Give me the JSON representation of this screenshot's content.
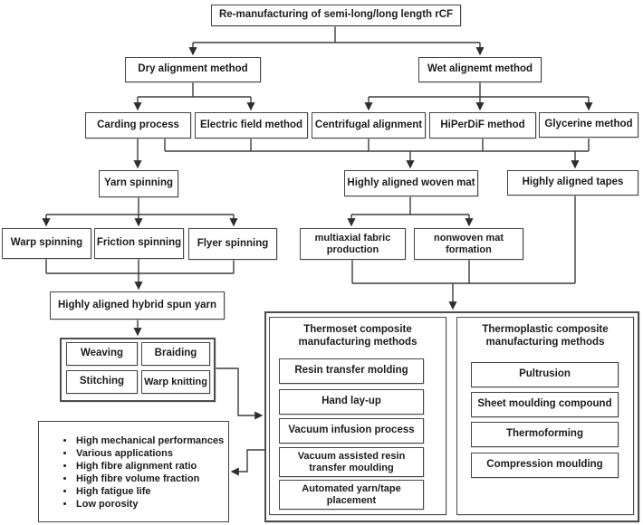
{
  "figure": {
    "type": "flowchart",
    "title": "Re-manufacturing of semi-long/long length rCF"
  },
  "flowchart": {
    "root": "Re-manufacturing of semi-long/long length rCF",
    "alignment": {
      "dry": "Dry alignment method",
      "wet": "Wet alignemt method"
    },
    "methods": {
      "carding": "Carding process",
      "electric_field": "Electric field method",
      "centrifugal": "Centrifugal alignment",
      "hiperdif": "HiPerDiF method",
      "glycerine": "Glycerine method"
    },
    "yarn_spinning": "Yarn spinning",
    "spinning": {
      "warp": "Warp spinning",
      "friction": "Friction spinning",
      "flyer": "Flyer spinning"
    },
    "woven_mat": "Highly aligned woven mat",
    "tapes": "Highly aligned tapes",
    "mat_outputs": {
      "multiaxial": "multiaxial fabric production",
      "nonwoven": "nonwoven mat formation"
    },
    "hybrid_yarn": "Highly aligned hybrid spun yarn",
    "textile": {
      "weaving": "Weaving",
      "braiding": "Braiding",
      "stitching": "Stitching",
      "warp_knitting": "Warp knitting"
    },
    "properties": [
      "High mechanical performances",
      "Various applications",
      "High fibre alignment ratio",
      "High fibre volume fraction",
      "High fatigue life",
      "Low porosity"
    ],
    "thermoset": {
      "title": "Thermoset composite manufacturing methods",
      "methods": [
        "Resin transfer molding",
        "Hand lay-up",
        "Vacuum infusion process",
        "Vacuum assisted resin transfer moulding",
        "Automated yarn/tape placement"
      ]
    },
    "thermoplastic": {
      "title": "Thermoplastic composite manufacturing methods",
      "methods": [
        "Pultrusion",
        "Sheet moulding compound",
        "Thermoforming",
        "Compression moulding"
      ]
    }
  },
  "colors": {
    "background": "#ffffff",
    "line": "#3b3b3b",
    "border": "#454545",
    "text": "#1c1c1c"
  }
}
